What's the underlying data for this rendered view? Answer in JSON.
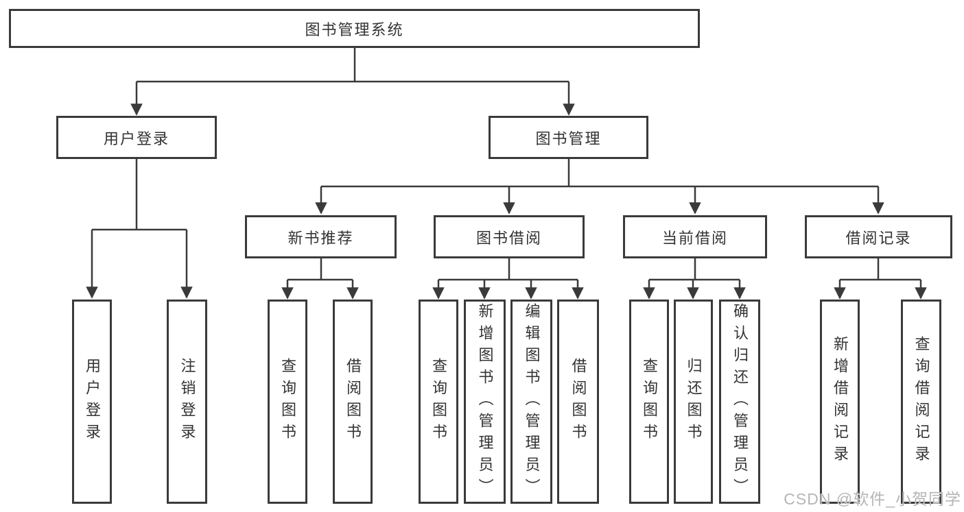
{
  "colors": {
    "line": "#3a3a3a",
    "box_border": "#3a3a3a",
    "box_background": "#ffffff",
    "text": "#333333",
    "watermark": "#b5b5b5"
  },
  "watermark": {
    "text": "CSDN @软件_小贺同学"
  },
  "tree": {
    "root": {
      "label": "图书管理系统"
    },
    "user_login": {
      "label": "用户登录",
      "children": {
        "login": {
          "label": "用户登录"
        },
        "logout": {
          "label": "注销登录"
        }
      }
    },
    "book_mgmt": {
      "label": "图书管理",
      "children": {
        "new_book_rec": {
          "label": "新书推荐",
          "children": {
            "query_books": {
              "label": "查询图书"
            },
            "borrow_books": {
              "label": "借阅图书"
            }
          }
        },
        "book_borrow": {
          "label": "图书借阅",
          "children": {
            "query_books": {
              "label": "查询图书"
            },
            "add_books": {
              "label": "新增图书（管理员）"
            },
            "edit_books": {
              "label": "编辑图书（管理员）"
            },
            "borrow_books": {
              "label": "借阅图书"
            }
          }
        },
        "current_borrow": {
          "label": "当前借阅",
          "children": {
            "query_books": {
              "label": "查询图书"
            },
            "return_books": {
              "label": "归还图书"
            },
            "confirm_return": {
              "label": "确认归还（管理员）"
            }
          }
        },
        "borrow_records": {
          "label": "借阅记录",
          "children": {
            "add_record": {
              "label": "新增借阅记录"
            },
            "query_record": {
              "label": "查询借阅记录"
            }
          }
        }
      }
    }
  }
}
